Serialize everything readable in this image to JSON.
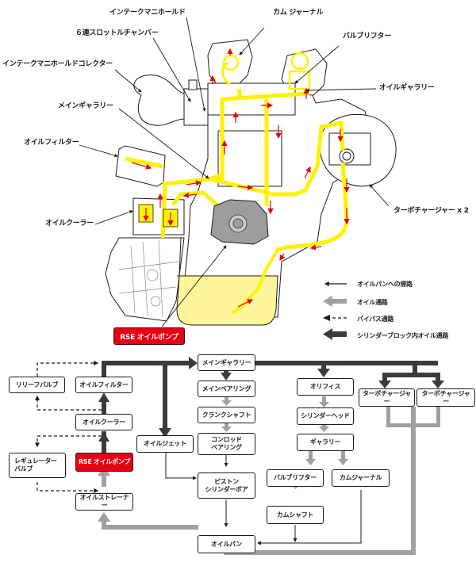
{
  "colors": {
    "oil_yellow": "#fff100",
    "oil_pan_fill": "#fff59a",
    "flow_arrow_red": "#e60012",
    "outline": "#231815",
    "dark_path": "#3e3a39",
    "gray_path": "#a0a0a0",
    "pump_gray": "#9d9d9d",
    "highlight_red": "#e60012"
  },
  "engine_labels": {
    "intake_manifold": "インテークマニホールド",
    "cam_journal": "カム ジャーナル",
    "throttle_chamber": "６連スロットルチャンバー",
    "valve_lifter": "バルブリフター",
    "intake_collector": "インテークマニホールドコレクター",
    "oil_gallery": "オイルギャラリー",
    "main_gallery": "メインギャラリー",
    "oil_filter": "オイルフィルター",
    "turbocharger": "ターボチャージャー x 2",
    "oil_cooler": "オイルクーラー",
    "rse_pump": "RSE オイルポンプ"
  },
  "legend": [
    {
      "icon": "thin-black-arrow",
      "label": "オイルパンへの帰路"
    },
    {
      "icon": "thick-gray-arrow",
      "label": "オイル通路"
    },
    {
      "icon": "dashed-arrow",
      "label": "バイパス通路"
    },
    {
      "icon": "thick-dark-arrow",
      "label": "シリンダーブロック内オイル通路"
    }
  ],
  "flowchart": {
    "relief_valve": "リリーフバルブ",
    "oil_filter": "オイルフィルター",
    "oil_cooler": "オイルクーラー",
    "regulator_valve": "レギュレーター\nバルブ",
    "rse_pump": "RSE オイルポンプ",
    "oil_strainer": "オイルストレーナー",
    "main_gallery": "メインギャラリー",
    "main_bearing": "メインベアリング",
    "crankshaft": "クランクシャフト",
    "conrod_bearing": "コンロッド\nベアリング",
    "oil_jet": "オイルジェット",
    "piston_bore": "ピストン\nシリンダーボア",
    "oil_pan": "オイルパン",
    "orifice": "オリフィス",
    "cylinder_head": "シリンダーヘッド",
    "gallery": "ギャラリー",
    "valve_lifter": "バルブリフター",
    "cam_journal": "カムジャーナル",
    "camshaft": "カムシャフト",
    "turbo_1": "ターボチャージャー",
    "turbo_2": "ターボチャージャー"
  }
}
